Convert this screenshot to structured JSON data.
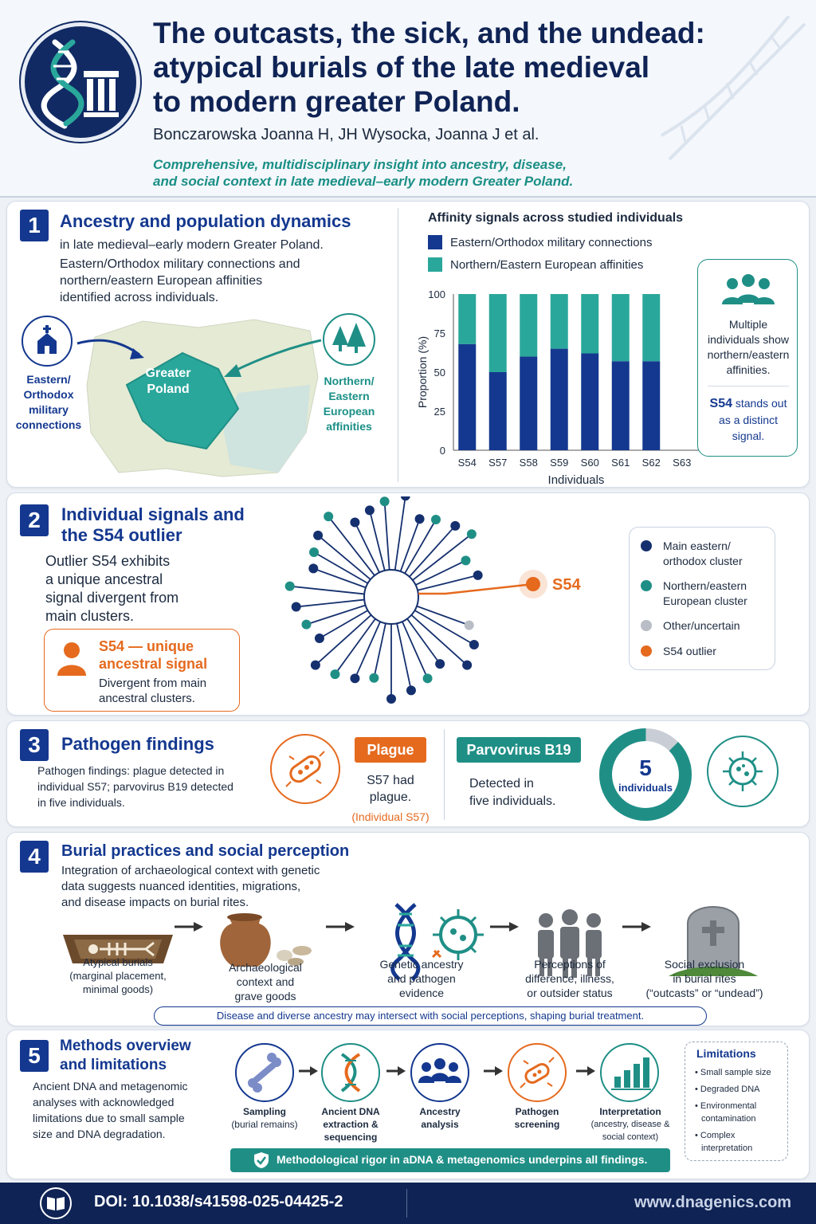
{
  "header": {
    "title_line1": "The outcasts, the sick, and the undead:",
    "title_line2": "atypical burials of the late medieval",
    "title_line3": "to modern greater Poland.",
    "authors": "Bonczarowska Joanna H, JH Wysocka, Joanna J et al.",
    "tagline_line1": "Comprehensive, multidisciplinary insight into ancestry, disease,",
    "tagline_line2": "and social context in late medieval–early modern Greater Poland.",
    "logo_icon": "dna-column-logo"
  },
  "section1": {
    "number": "1",
    "title": "Ancestry and population dynamics",
    "subtitle": "in late medieval–early modern Greater Poland.",
    "desc_line1": "Eastern/Orthodox military connections and",
    "desc_line2": "northern/eastern European affinities",
    "desc_line3": "identified across individuals.",
    "map_label_line1": "Greater",
    "map_label_line2": "Poland",
    "left_label": [
      "Eastern/",
      "Orthodox",
      "military",
      "connections"
    ],
    "right_label": [
      "Northern/",
      "Eastern",
      "European",
      "affinities"
    ],
    "callout_line1": "Multiple",
    "callout_line2": "individuals show",
    "callout_line3": "northern/eastern",
    "callout_line4": "affinities.",
    "callout2_bold": "S54",
    "callout2_rest1": "stands out",
    "callout2_rest2": "as a distinct",
    "callout2_rest3": "signal."
  },
  "chart_data": {
    "type": "bar",
    "title": "Affinity signals across studied individuals",
    "xlabel": "Individuals",
    "ylabel": "Proportion (%)",
    "ylim": [
      0,
      100
    ],
    "yticks": [
      "0",
      "25",
      "50",
      "75",
      "100"
    ],
    "categories": [
      "S54",
      "S57",
      "S58",
      "S59",
      "S60",
      "S61",
      "S62",
      "S63"
    ],
    "series": [
      {
        "name": "Eastern/Orthodox military connections",
        "color": "#14388f",
        "values": [
          68,
          50,
          60,
          65,
          62,
          57,
          57
        ]
      },
      {
        "name": "Northern/Eastern European affinities",
        "color": "#2aa79b",
        "values": [
          32,
          50,
          40,
          35,
          38,
          43,
          43
        ]
      }
    ],
    "stacked": true
  },
  "section2": {
    "number": "2",
    "title_line1": "Individual signals and",
    "title_line2": "the S54 outlier",
    "desc_line1": "Outlier S54 exhibits",
    "desc_line2": "a unique ancestral",
    "desc_line3": "signal divergent from",
    "desc_line4": "main clusters.",
    "box_title_line1": "S54 — unique",
    "box_title_line2": "ancestral signal",
    "box_text_line1": "Divergent from main",
    "box_text_line2": "ancestral clusters.",
    "outlier_label": "S54",
    "legend": [
      {
        "line1": "Main eastern/",
        "line2": "orthodox cluster",
        "color": "#15306e"
      },
      {
        "line1": "Northern/eastern",
        "line2": "European cluster",
        "color": "#1f8f86"
      },
      {
        "line1": "Other/uncertain",
        "line2": "",
        "color": "#b9bec6"
      },
      {
        "line1": "S54 outlier",
        "line2": "",
        "color": "#e56a1e"
      }
    ]
  },
  "section3": {
    "number": "3",
    "title": "Pathogen findings",
    "desc_line1": "Pathogen findings: plague detected in",
    "desc_line2": "individual S57; parvovirus B19 detected",
    "desc_line3": "in five individuals.",
    "plague_badge": "Plague",
    "plague_text_line1": "S57 had",
    "plague_text_line2": "plague.",
    "plague_note": "(Individual S57)",
    "parvo_badge": "Parvovirus B19",
    "parvo_text_line1": "Detected in",
    "parvo_text_line2": "five individuals.",
    "donut_number": "5",
    "donut_label": "individuals",
    "donut_fraction": 0.875
  },
  "section4": {
    "number": "4",
    "title": "Burial practices and social perception",
    "desc_line1": "Integration of archaeological context with genetic",
    "desc_line2": "data suggests nuanced identities, migrations,",
    "desc_line3": "and disease impacts on burial rites.",
    "steps": [
      {
        "l1": "Atypical burials",
        "l2": "(marginal placement,",
        "l3": "minimal goods)"
      },
      {
        "l1": "Archaeological",
        "l2": "context and",
        "l3": "grave goods"
      },
      {
        "l1": "Genetic ancestry",
        "l2": "and pathogen",
        "l3": "evidence"
      },
      {
        "l1": "Perceptions of",
        "l2": "difference, illness,",
        "l3": "or outsider status"
      },
      {
        "l1": "Social exclusion",
        "l2": "in burial rites",
        "l3": "(“outcasts” or “undead”)"
      }
    ],
    "banner": "Disease and diverse ancestry may intersect with social perceptions, shaping burial treatment."
  },
  "section5": {
    "number": "5",
    "title_line1": "Methods overview",
    "title_line2": "and limitations",
    "desc_line1": "Ancient DNA and metagenomic",
    "desc_line2": "analyses with acknowledged",
    "desc_line3": "limitations due to small sample",
    "desc_line4": "size and DNA degradation.",
    "steps": [
      {
        "l1": "Sampling",
        "l2": "(burial remains)",
        "l3": ""
      },
      {
        "l1": "Ancient DNA",
        "l2": "extraction &",
        "l3": "sequencing"
      },
      {
        "l1": "Ancestry",
        "l2": "analysis",
        "l3": ""
      },
      {
        "l1": "Pathogen",
        "l2": "screening",
        "l3": ""
      },
      {
        "l1": "Interpretation",
        "l2": "(ancestry, disease &",
        "l3": "social context)"
      }
    ],
    "limits_title": "Limitations",
    "limits": [
      "Small sample size",
      "Degraded DNA",
      "Environmental",
      "contamination",
      "Complex",
      "interpretation"
    ],
    "banner": "Methodological rigor in aDNA & metagenomics underpins all findings."
  },
  "footer": {
    "doi": "DOI: 10.1038/s41598-025-04425-2",
    "website": "www.dnagenics.com"
  }
}
